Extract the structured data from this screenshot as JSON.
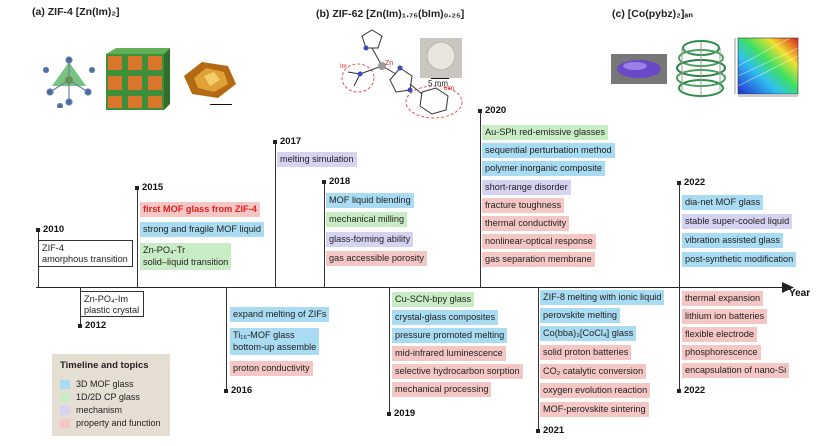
{
  "colors": {
    "mof3d": "#a9dbf3",
    "cp": "#c8ecc3",
    "mechanism": "#d6d2f2",
    "property": "#f5c7c4",
    "highlight": "#e02020"
  },
  "panels": {
    "a": "(a) ZIF-4 [Zn(Im)₂]",
    "b": "(b) ZIF-62 [Zn(Im)₁.₇₅(bIm)₀.₂₅]",
    "b_scale": "5 mm",
    "c": "(c) [Co(pybz)₂]ₐₙ"
  },
  "axis_label": "Year",
  "years": {
    "y2010": "2010",
    "y2012": "2012",
    "y2015": "2015",
    "y2016": "2016",
    "y2017": "2017",
    "y2018": "2018",
    "y2019": "2019",
    "y2020": "2020",
    "y2021": "2021",
    "y2022_top": "2022",
    "y2022_bottom": "2022"
  },
  "items": {
    "zif4_amorphous": "ZIF-4\namorphous transition",
    "zn_po4_im": "Zn-PO₄-Im\nplastic crystal",
    "first_glass": "first MOF glass from ZIF-4",
    "strong_fragile": "strong and fragile MOF liquid",
    "zn_po4_tr": "Zn-PO₄-Tr\nsolid–liquid transition",
    "expand_melting": "expand melting of ZIFs",
    "ti_mof": "Ti₁₆-MOF glass\nbottom-up assemble",
    "proton_conductivity": "proton conductivity",
    "melting_sim": "melting simulation",
    "mof_liquid_blending": "MOF liquid blending",
    "mech_milling": "mechanical milling",
    "glass_forming": "glass-forming ability",
    "gas_porosity": "gas accessible porosity",
    "cu_scn": "Cu-SCN-bpy glass",
    "crystal_glass": "crystal-glass composites",
    "pressure_melting": "pressure promoted melting",
    "mid_ir": "mid-infrared luminescence",
    "hydrocarbon": "selective hydrocarbon sorption",
    "mech_processing": "mechanical processing",
    "au_sph": "Au-SPh red-emissive glasses",
    "sequential": "sequential perturbation method",
    "polymer_comp": "polymer inorganic composite",
    "short_range": "short-range disorder",
    "fracture": "fracture toughness",
    "thermal_cond": "thermal conductivity",
    "nonlinear": "nonlinear-optical response",
    "gas_sep": "gas separation membrane",
    "zif8": "ZIF-8 melting with ionic liquid",
    "perovskite": "perovskite melting",
    "co_bba": "Co(bba)₃[CoCl₄] glass",
    "solid_proton": "solid proton batteries",
    "co2_conv": "CO₂ catalytic conversion",
    "oxygen": "oxygen evolution reaction",
    "mof_perov": "MOF-perovskite sintering",
    "dia_net": "dia-net MOF glass",
    "stable_super": "stable super-cooled liquid",
    "vibration": "vibration assisted glass",
    "post_synth": "post-synthetic modification",
    "thermal_exp": "thermal expansion",
    "lithium": "lithium ion batteries",
    "flexible": "flexible electrode",
    "phosph": "phosphorescence",
    "encap": "encapsulation of nano-Si"
  },
  "legend": {
    "title": "Timeline and topics",
    "entries": [
      "3D MOF glass",
      "1D/2D CP glass",
      "mechanism",
      "property and function"
    ]
  },
  "icons": [
    "zif4-cluster-icon",
    "zif4-framework-icon",
    "zif4-glass-icon",
    "zif62-structure-icon",
    "zif62-disc-icon",
    "co-glass-sample-icon",
    "co-stacked-structure-icon",
    "co-heatmap-icon"
  ]
}
